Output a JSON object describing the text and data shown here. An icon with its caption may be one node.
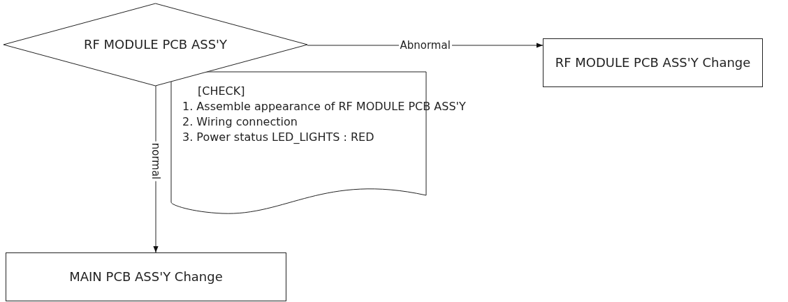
{
  "diagram": {
    "nodes": [
      {
        "text": [
          "RF MODULE PCB ASS'Y"
        ]
      },
      {
        "text": [
          "RF MODULE PCB ASS'Y Change"
        ]
      },
      {
        "text": [
          "[CHECK]",
          "1. Assemble appearance of RF MODULE PCB ASS'Y",
          "2. Wiring connection",
          "3. Power status LED_LIGHTS : RED"
        ]
      },
      {
        "text": [
          "MAIN PCB ASS'Y Change"
        ]
      }
    ],
    "edges": [
      {
        "from": 0,
        "to": 1,
        "arrow": "to",
        "label": "Abnormal"
      },
      {
        "from": 0,
        "to": 3,
        "arrow": "to",
        "label": "normal"
      }
    ]
  }
}
